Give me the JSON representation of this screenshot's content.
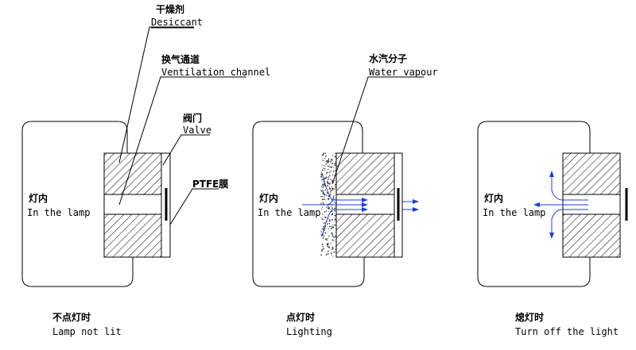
{
  "labels": {
    "desiccant_cn": "干燥剂",
    "desiccant_en": "Desiccant",
    "ventilation_cn": "换气通道",
    "ventilation_en": "Ventilation channel",
    "valve_cn": "阀门",
    "valve_en": "Valve",
    "ptfe": "PTFE膜",
    "water_cn": "水汽分子",
    "water_en": "Water vapour",
    "inlamp_cn": "灯内",
    "inlamp_en": "In the lamp"
  },
  "captions": {
    "panel1_cn": "不点灯时",
    "panel1_en": "Lamp not lit",
    "panel2_cn": "点灯时",
    "panel2_en": "Lighting",
    "panel3_cn": "熄灯时",
    "panel3_en": "Turn off the light"
  },
  "colors": {
    "line": "#000000",
    "vapour_arrow": "#1f3fd6",
    "dots": "#333333"
  }
}
